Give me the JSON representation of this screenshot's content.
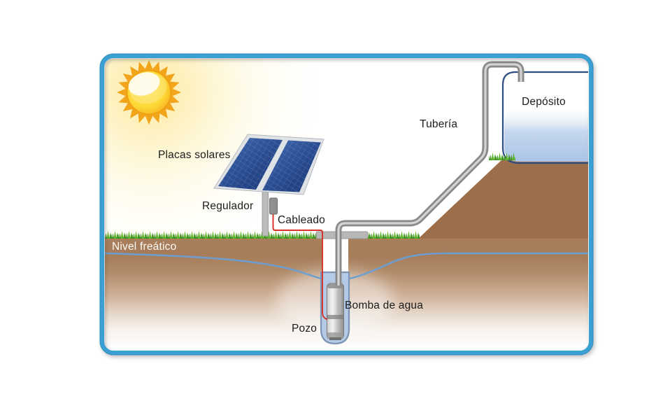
{
  "scene": {
    "labels": {
      "solar_panels": "Placas solares",
      "regulator": "Regulador",
      "wiring": "Cableado",
      "pipe": "Tubería",
      "tank": "Depósito",
      "water_table": "Nivel freático",
      "water_pump": "Bomba de agua",
      "well": "Pozo"
    },
    "colors": {
      "frame_border": "#3aa0d4",
      "sun_orange": "#f2a51b",
      "panel_blue": "#2a549e",
      "grass_green": "#5cb526",
      "soil_brown": "#a47a57",
      "hill_brown": "#9c6f4a",
      "tank_water_blue": "#a9c2e6",
      "water_table_line": "#6b9fd4",
      "cable_red": "#d93025",
      "pipe_gray": "#8a8a8a"
    }
  }
}
